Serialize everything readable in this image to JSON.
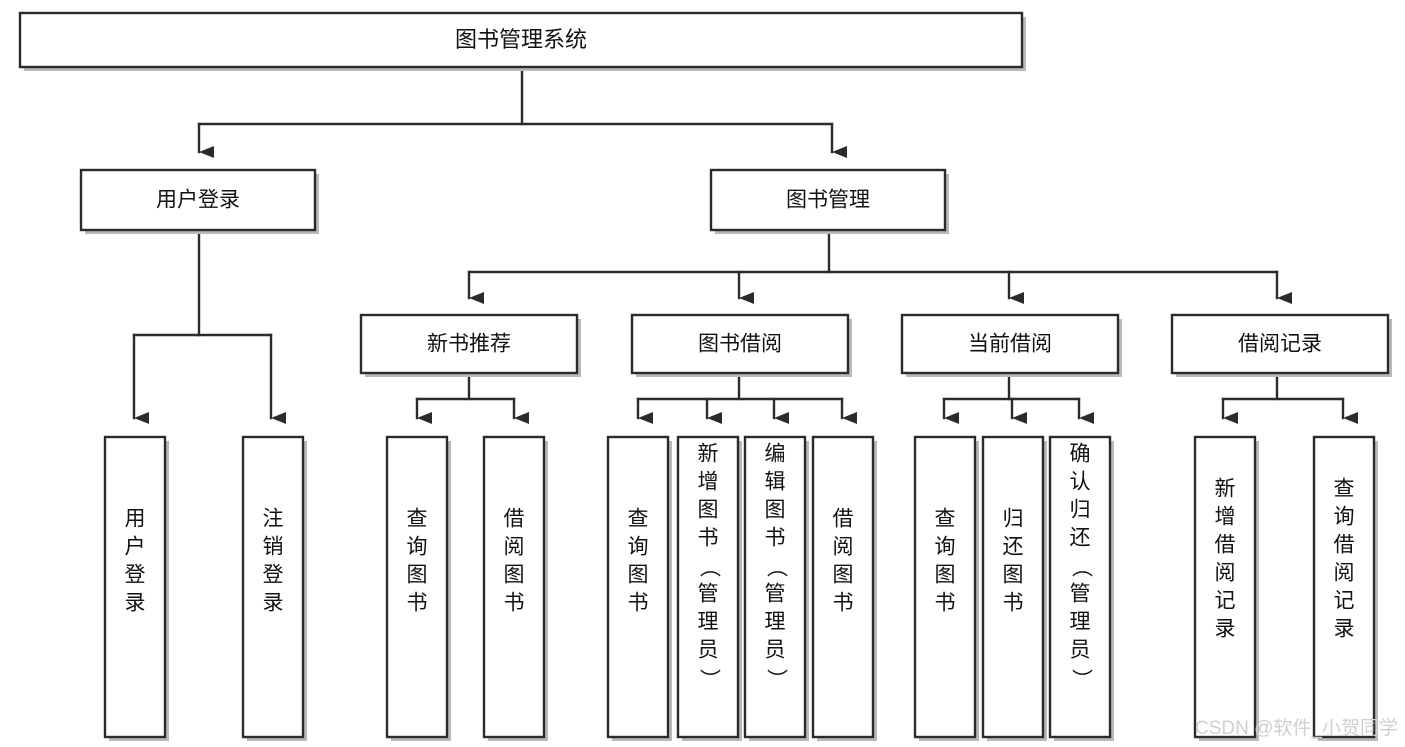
{
  "diagram": {
    "type": "tree-hierarchy-chart",
    "title": "图书管理系统",
    "orientation": "top-down",
    "colors": {
      "box_fill": "#ffffff",
      "box_stroke": "#2b2b2b",
      "connector": "#2b2b2b",
      "shadow": "#b9b9b9",
      "text": "#111111",
      "watermark": "#cfcfcf",
      "background": "#ffffff"
    },
    "root": {
      "label": "图书管理系统"
    },
    "level2": [
      {
        "label": "用户登录"
      },
      {
        "label": "图书管理"
      }
    ],
    "level3": [
      {
        "label": "新书推荐"
      },
      {
        "label": "图书借阅"
      },
      {
        "label": "当前借阅"
      },
      {
        "label": "借阅记录"
      }
    ],
    "leaves": {
      "user_login": [
        {
          "label": "用户登录"
        },
        {
          "label": "注销登录"
        }
      ],
      "new_book_recommend": [
        {
          "label": "查询图书"
        },
        {
          "label": "借阅图书"
        }
      ],
      "book_borrow": [
        {
          "label": "查询图书"
        },
        {
          "label": "新增图书（管理员）"
        },
        {
          "label": "编辑图书（管理员）"
        },
        {
          "label": "借阅图书"
        }
      ],
      "current_borrow": [
        {
          "label": "查询图书"
        },
        {
          "label": "归还图书"
        },
        {
          "label": "确认归还（管理员）"
        }
      ],
      "borrow_record": [
        {
          "label": "新增借阅记录"
        },
        {
          "label": "查询借阅记录"
        }
      ]
    },
    "watermark": {
      "text": "CSDN @软件_小贺同学"
    }
  }
}
